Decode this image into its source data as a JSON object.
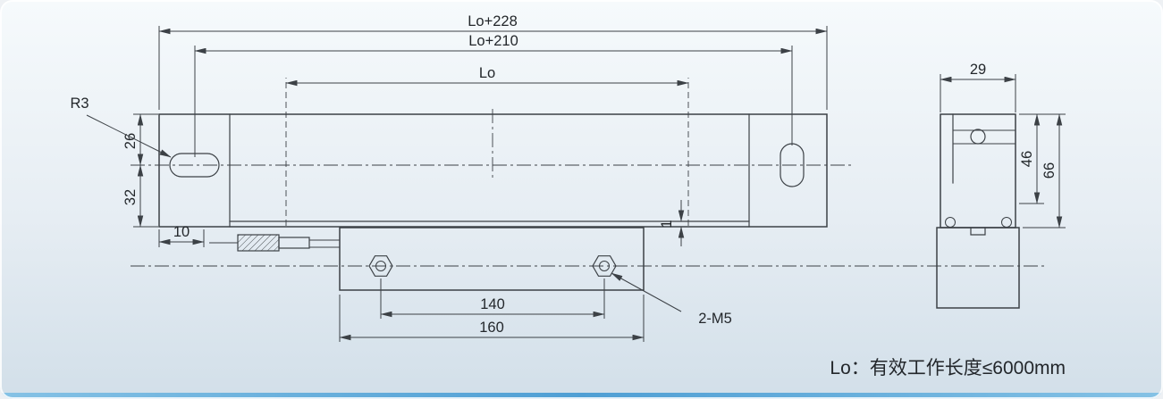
{
  "labels": {
    "lo_228": "Lo+228",
    "lo_210": "Lo+210",
    "lo": "Lo",
    "r3": "R3",
    "d26": "26",
    "d32": "32",
    "d10": "10",
    "d1": "1",
    "d140": "140",
    "d160": "160",
    "m5": "2-M5",
    "d29": "29",
    "d46": "46",
    "d66": "66",
    "note": "Lo：有效工作长度≤6000mm"
  },
  "colors": {
    "line": "#3c4146",
    "text": "#23272b",
    "bg_top": "#f6fafc",
    "bg_mid": "#e6edf3",
    "bg_bottom": "#d2dfe9",
    "accent_bar": "#4f9fd4",
    "accent_bar_light": "#85c2e5"
  }
}
